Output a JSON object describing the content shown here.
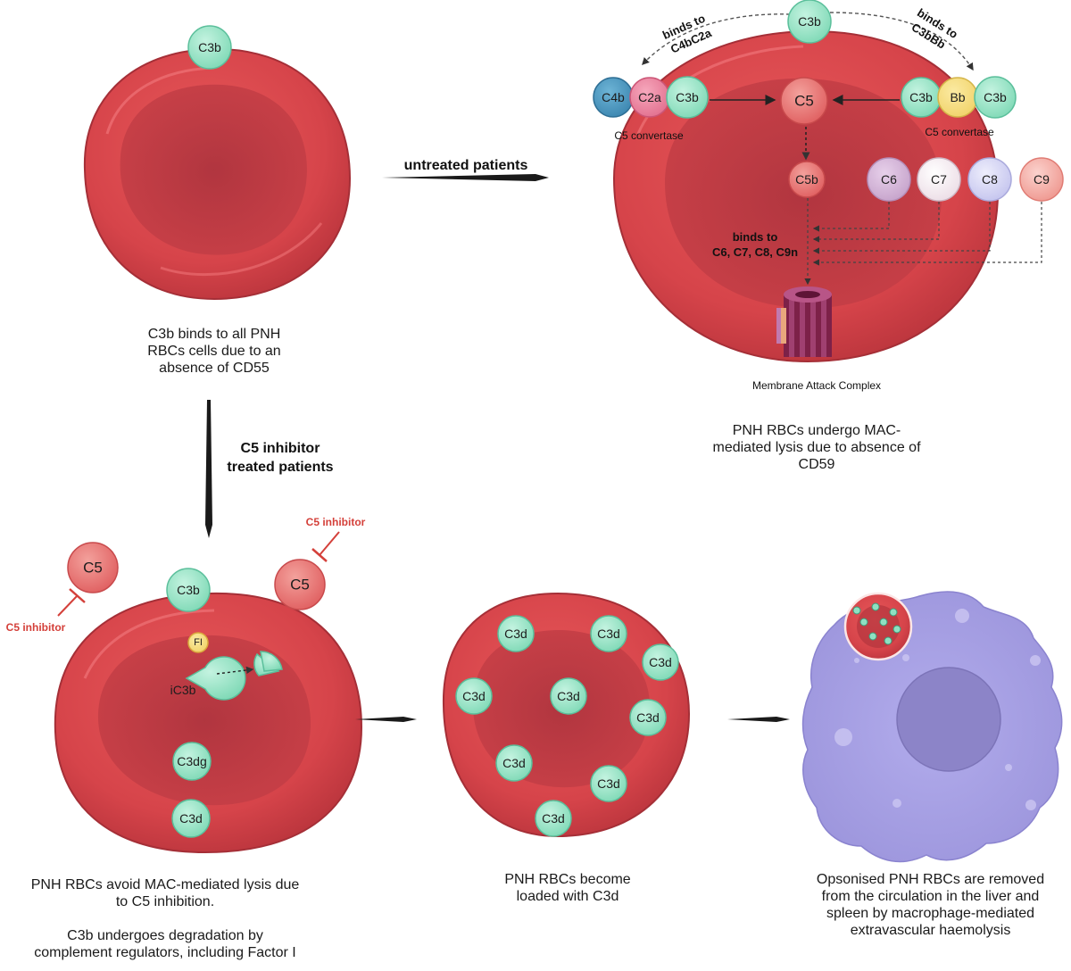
{
  "top_left": {
    "molecule": "C3b",
    "caption": [
      "C3b binds to all PNH",
      "RBCs cells due to an",
      "absence of CD55"
    ]
  },
  "arrow_untreated": "untreated patients",
  "arrow_treated": [
    "C5 inhibitor",
    "treated patients"
  ],
  "top_right": {
    "c3b_top": "C3b",
    "binds_left": [
      "binds to",
      "C4bC2a"
    ],
    "binds_right": [
      "binds to",
      "C3bBb"
    ],
    "left_convertase": [
      "C4b",
      "C2a",
      "C3b"
    ],
    "left_convertase_label": "C5 convertase",
    "right_convertase": [
      "C3b",
      "Bb",
      "C3b"
    ],
    "right_convertase_label": "C5 convertase",
    "c5": "C5",
    "c5b": "C5b",
    "terminal": [
      "C6",
      "C7",
      "C8",
      "C9"
    ],
    "binds_to_terminal": [
      "binds to",
      "C6, C7, C8, C9n"
    ],
    "mac_label": "Membrane Attack Complex",
    "caption": [
      "PNH RBCs undergo MAC-",
      "mediated lysis due to absence of",
      "CD59"
    ]
  },
  "bottom_left": {
    "c5_left": "C5",
    "c5_right": "C5",
    "inhibitor_left": "C5 inhibitor",
    "inhibitor_right": "C5 inhibitor",
    "c3b": "C3b",
    "fi": "FI",
    "ic3b": "iC3b",
    "c3dg": "C3dg",
    "c3d": "C3d",
    "caption": [
      "PNH RBCs avoid MAC-mediated lysis due",
      "to C5 inhibition.",
      "",
      "C3b undergoes degradation by",
      "complement regulators, including Factor I"
    ]
  },
  "bottom_middle": {
    "c3d_labels": [
      "C3d",
      "C3d",
      "C3d",
      "C3d",
      "C3d",
      "C3d",
      "C3d",
      "C3d",
      "C3d"
    ],
    "caption": [
      "PNH RBCs become",
      "loaded with C3d"
    ]
  },
  "bottom_right": {
    "caption": [
      "Opsonised PNH RBCs are removed",
      "from the circulation in the liver and",
      "spleen by macrophage-mediated",
      "extravascular haemolysis"
    ]
  },
  "colors": {
    "rbc": "#d9474a",
    "rbc_dark": "#a92d37",
    "c3b": "#8fe0c2",
    "c5": "#e2696a",
    "macrophage": "#a9a2e3"
  }
}
